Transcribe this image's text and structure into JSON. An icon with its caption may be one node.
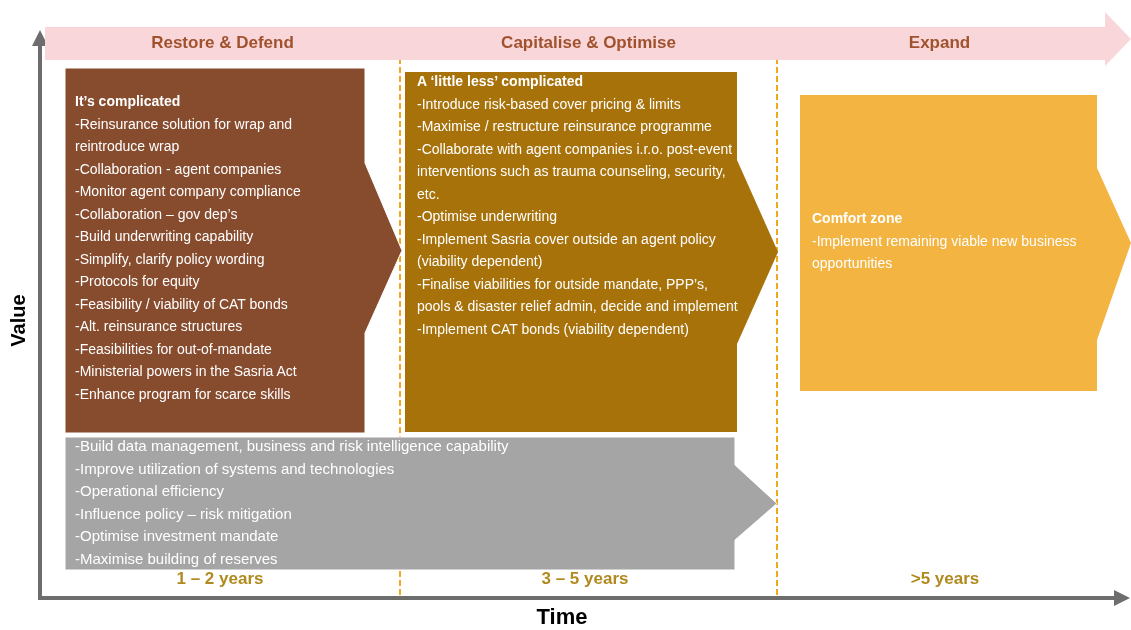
{
  "diagram": {
    "nodes": [
      {
        "text": [
          "Restore & Defend",
          "Capitalise & Optimise",
          "Expand"
        ]
      },
      {
        "text": [
          "It’s complicated",
          "-Reinsurance solution for wrap and reintroduce wrap",
          "-Collaboration - agent companies",
          "-Monitor agent company compliance",
          "-Collaboration – gov dep’s",
          "-Build underwriting capability",
          "-Simplify, clarify policy wording",
          "-Protocols for equity",
          "-Feasibility / viability of CAT bonds",
          "-Alt. reinsurance structures",
          "-Feasibilities for out-of-mandate",
          "-Ministerial powers in the Sasria Act",
          "-Enhance program for scarce skills"
        ]
      },
      {
        "text": [
          "A ‘little less’ complicated",
          "-Introduce risk-based cover pricing & limits",
          "-Maximise / restructure reinsurance programme",
          "-Collaborate with agent companies i.r.o. post-event interventions such as trauma counseling, security, etc.",
          "-Optimise underwriting",
          "-Implement Sasria cover outside an agent policy (viability dependent)",
          "-Finalise viabilities for outside mandate, PPP’s, pools & disaster relief admin, decide and implement",
          "-Implement CAT bonds (viability dependent)"
        ]
      },
      {
        "text": [
          "Comfort zone",
          "-Implement remaining viable new business opportunities"
        ]
      },
      {
        "text": [
          "-Build data management, business and risk intelligence capability",
          "-Improve utilization of systems and technologies",
          "-Operational efficiency",
          "-Influence policy – risk mitigation",
          "-Optimise investment mandate",
          "-Maximise building of reserves"
        ]
      }
    ],
    "labels": [
      "Value",
      "1 – 2 years",
      "3 – 5 years",
      ">5 years",
      "Time"
    ]
  }
}
